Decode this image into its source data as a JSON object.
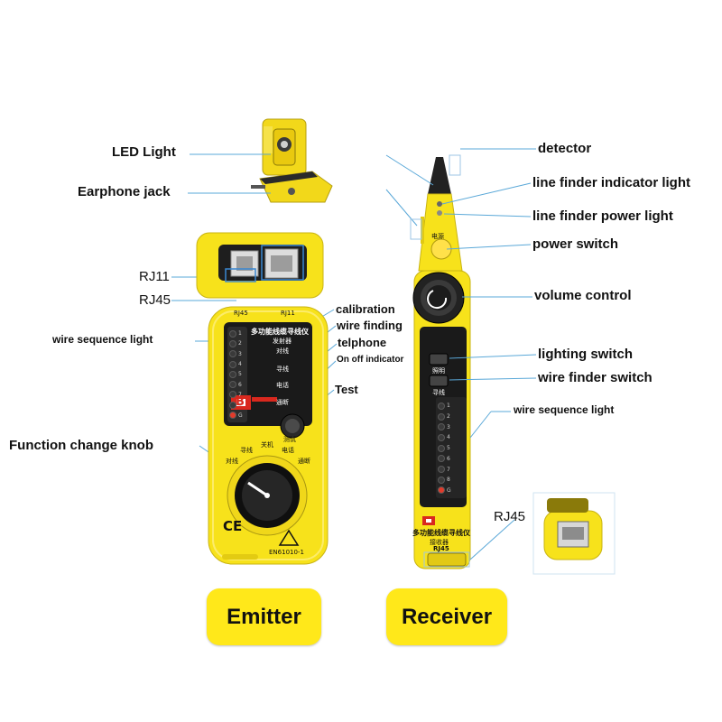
{
  "labels": {
    "led_light": "LED Light",
    "earphone_jack": "Earphone jack",
    "rj11": "RJ11",
    "rj45": "RJ45",
    "wire_sequence_light_left": "wire sequence light",
    "calibration": "calibration",
    "wire_finding": "wire finding",
    "telphone": "telphone",
    "on_off_indicator": "On off indicator",
    "test": "Test",
    "function_change_knob": "Function change knob",
    "detector": "detector",
    "line_finder_indicator_light": "line finder indicator light",
    "line_finder_power_light": "line finder power light",
    "power_switch": "power switch",
    "volume_control": "volume control",
    "lighting_switch": "lighting switch",
    "wire_finder_switch": "wire finder switch",
    "wire_sequence_light_right": "wire sequence light",
    "rj45_receiver": "RJ45"
  },
  "buttons": {
    "emitter": "Emitter",
    "receiver": "Receiver"
  },
  "device_text": {
    "emitter_port_rj45": "RJ45",
    "emitter_port_rj11": "RJ11",
    "emitter_title": "多功能线缆寻线仪",
    "emitter_subtitle": "发射器",
    "mode_check": "对线",
    "mode_find": "寻线",
    "mode_phone": "电话",
    "mode_on": "通断",
    "test_label": "测试",
    "knob_off": "关机",
    "ce_mark": "CE",
    "standard": "EN61010-1",
    "receiver_power": "电源",
    "receiver_light": "照明",
    "receiver_find": "寻线",
    "receiver_title": "多功能线缆寻线仪",
    "receiver_subtitle": "接收器",
    "receiver_port": "RJ45",
    "brand": "B"
  },
  "leds_left": [
    "1",
    "2",
    "3",
    "4",
    "5",
    "6",
    "7",
    "8",
    "G"
  ],
  "leds_right": [
    "1",
    "2",
    "3",
    "4",
    "5",
    "6",
    "7",
    "8",
    "G"
  ],
  "colors": {
    "device_yellow": "#f7e21b",
    "device_dark": "#1a1a1a",
    "callout_line": "#5aa8d8",
    "button_yellow": "#ffe81a",
    "brand_red": "#d9281e"
  }
}
